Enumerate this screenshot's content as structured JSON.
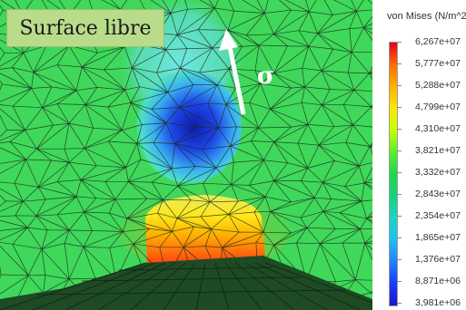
{
  "viewport": {
    "label": "Surface libre",
    "stress_symbol": "σ"
  },
  "legend": {
    "title": "von Mises (N/m^2)",
    "ticks": [
      "6,267e+07",
      "5,777e+07",
      "5,288e+07",
      "4,799e+07",
      "4,310e+07",
      "3,821e+07",
      "3,332e+07",
      "2,843e+07",
      "2,354e+07",
      "1,865e+07",
      "1,376e+07",
      "8,871e+06",
      "3,981e+06"
    ],
    "colors": [
      "#e3001b",
      "#ff6a00",
      "#ffb000",
      "#ffe600",
      "#c8ff00",
      "#5aef2c",
      "#1ed84a",
      "#19d17a",
      "#1ad6c7",
      "#1fbff0",
      "#2080ff",
      "#1a3cff",
      "#1a14c8"
    ]
  }
}
